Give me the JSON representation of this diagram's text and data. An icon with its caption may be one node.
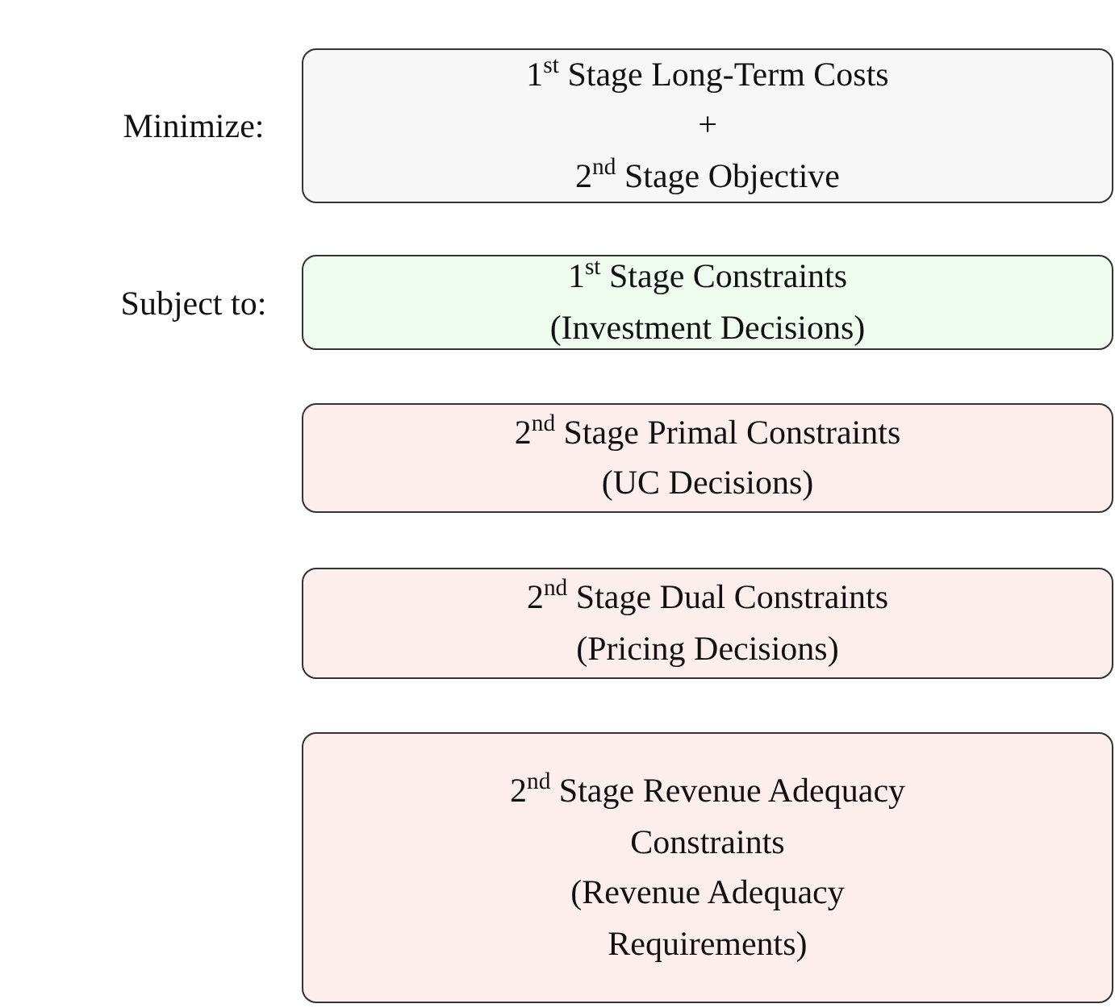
{
  "diagram": {
    "nodes": [
      {
        "text": [
          "1$^{st}$ Stage Long-Term Costs",
          "+",
          "2$^{nd}$ Stage Objective"
        ]
      },
      {
        "text": [
          "1$^{st}$ Stage Constraints",
          "(Investment Decisions)"
        ]
      },
      {
        "text": [
          "2$^{nd}$ Stage Primal Constraints",
          "(UC Decisions)"
        ]
      },
      {
        "text": [
          "2$^{nd}$ Stage Dual Constraints",
          "(Pricing Decisions)"
        ]
      },
      {
        "text": [
          "2$^{nd}$ Stage Revenue Adequacy Constraints",
          "(Revenue Adequacy Requirements)"
        ]
      }
    ],
    "labels": [
      "Minimize:",
      "Subject to:"
    ]
  }
}
